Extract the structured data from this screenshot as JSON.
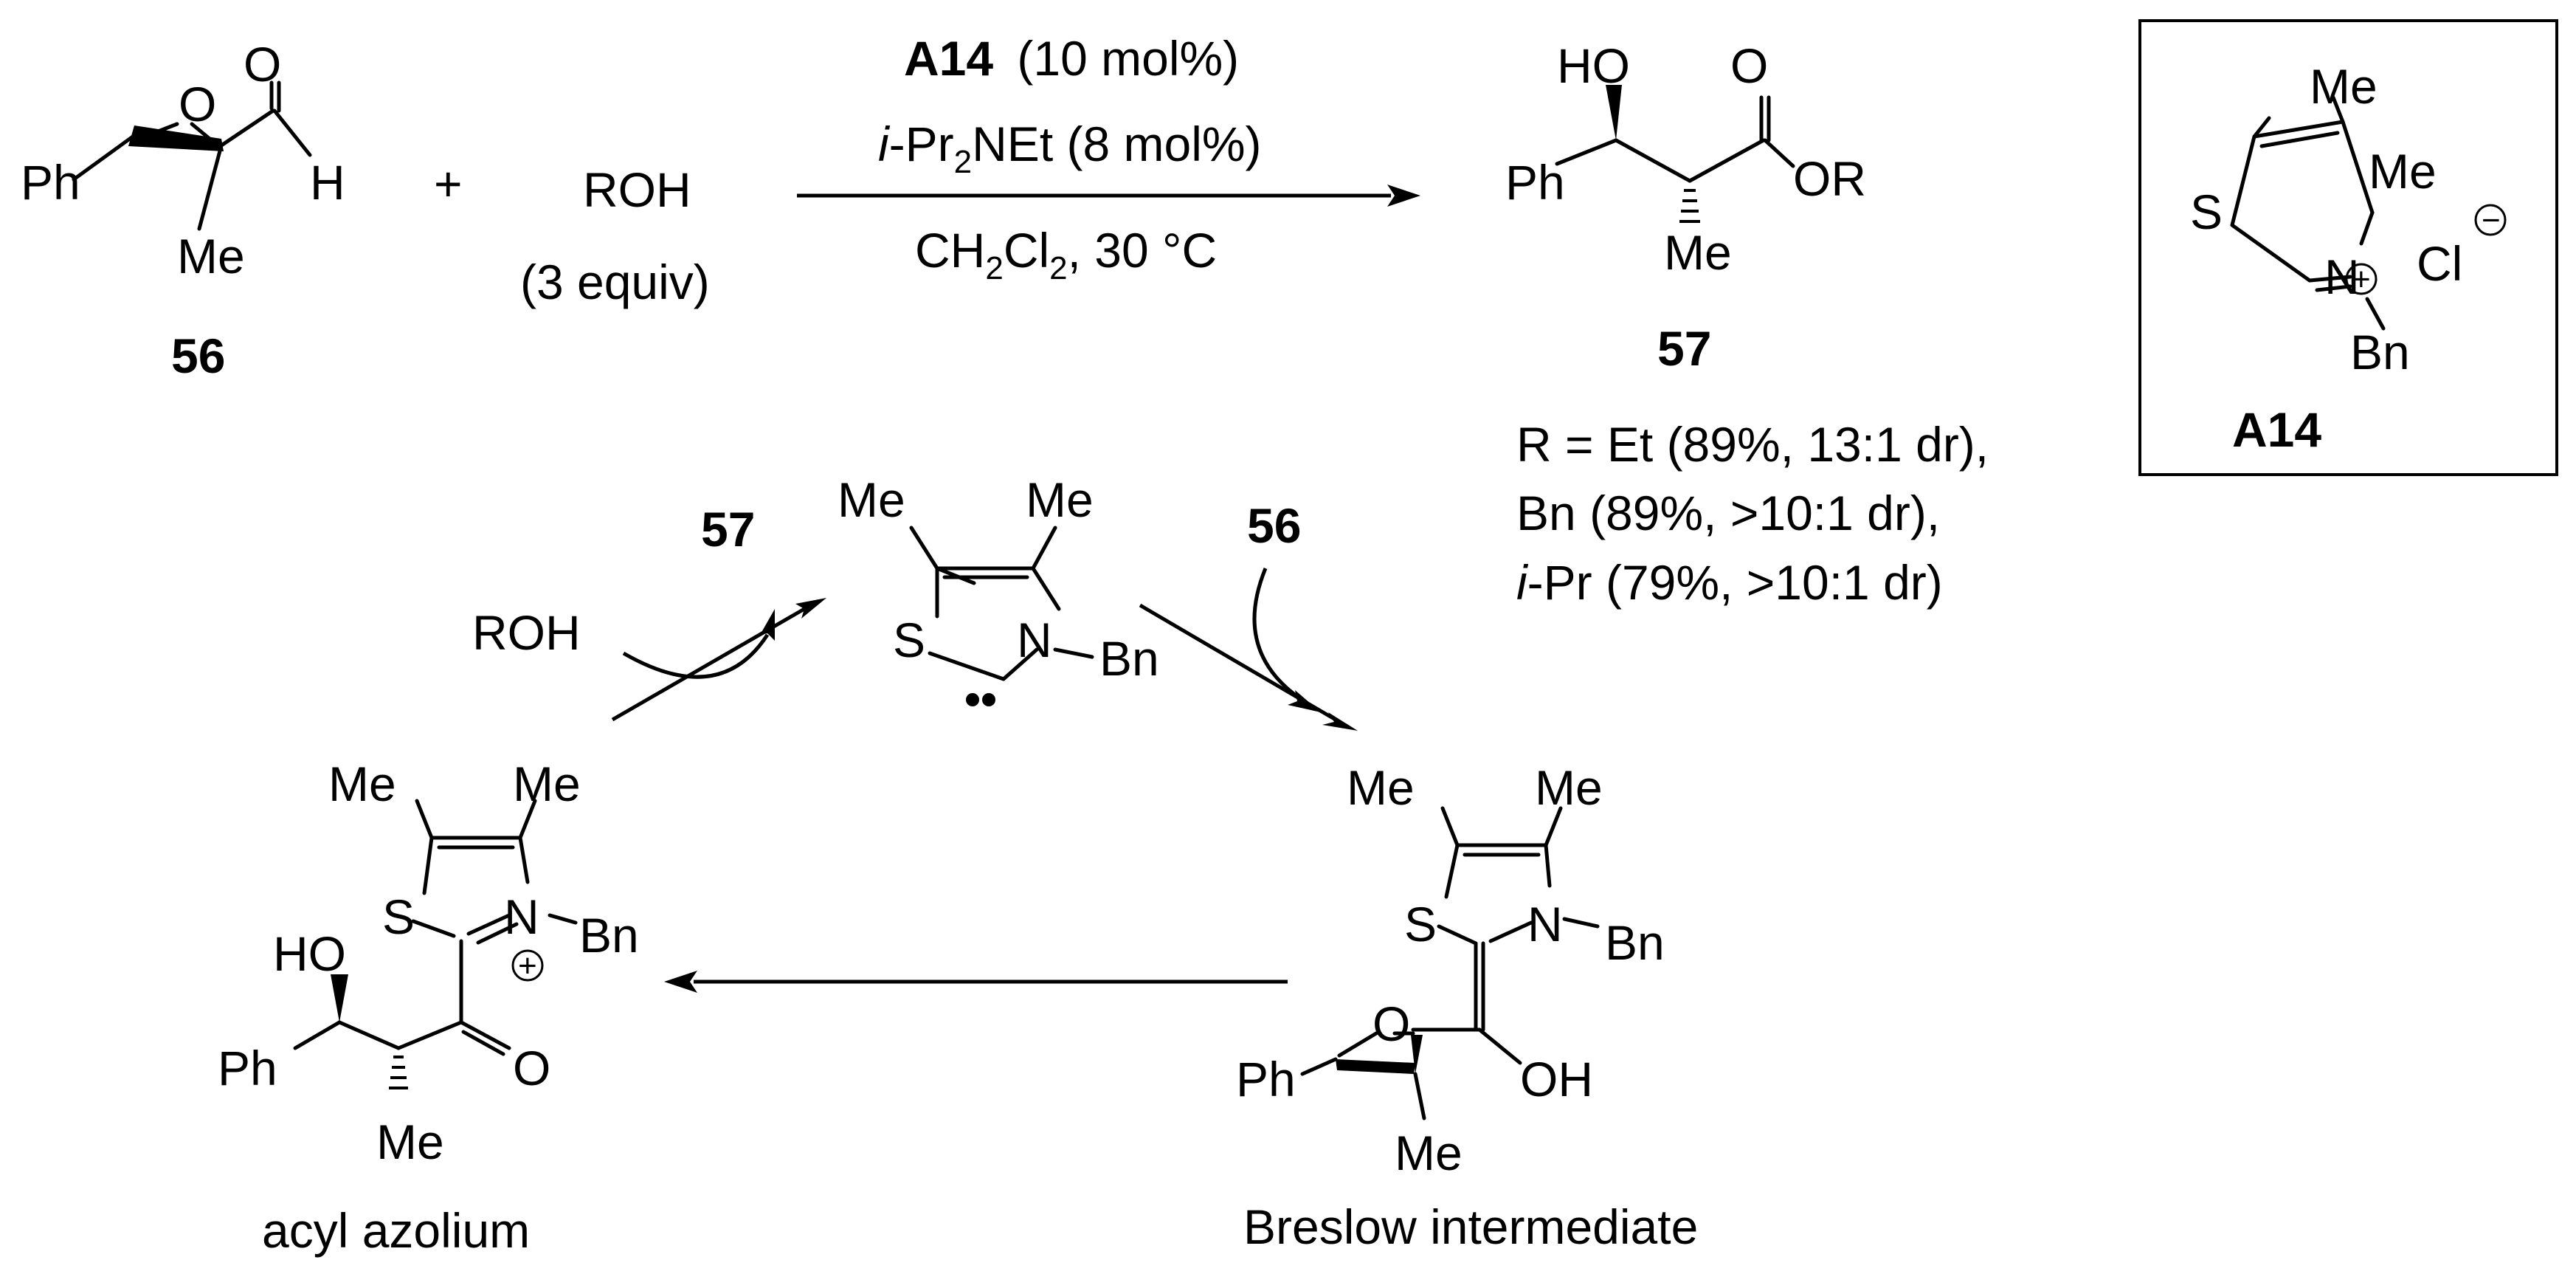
{
  "atoms": {
    "ph": "Ph",
    "me": "Me",
    "o": "O",
    "h": "H",
    "ho": "HO",
    "or": "OR",
    "oh": "OH",
    "s": "S",
    "n": "N",
    "bn": "Bn",
    "cl": "Cl",
    "plus": "+",
    "minus": "−",
    "dash": "−"
  },
  "compounds": {
    "c56": "56",
    "c57": "57",
    "a14": "A14"
  },
  "reagents": {
    "plus_sign": "+",
    "alcohol": "ROH",
    "alcohol_equiv": "(3 equiv)"
  },
  "conditions": {
    "catalyst": "A14",
    "catalyst_load": "(10 mol%)",
    "base_prefix": "i",
    "base_name_a": "-Pr",
    "base_sub": "2",
    "base_name_b": "NEt (8 mol%)",
    "solvent_a": "CH",
    "solvent_sub1": "2",
    "solvent_b": "Cl",
    "solvent_sub2": "2",
    "solvent_c": ", 30 °C"
  },
  "results": {
    "line1": "R = Et (89%, 13:1 dr),",
    "line2": "Bn (89%, >10:1 dr),",
    "line3_prefix": "i",
    "line3_rest": "-Pr (79%, >10:1 dr)"
  },
  "cycle": {
    "alcohol": "ROH",
    "product": "57",
    "substrate": "56",
    "acyl_label": "acyl azolium",
    "breslow_label": "Breslow intermediate"
  }
}
